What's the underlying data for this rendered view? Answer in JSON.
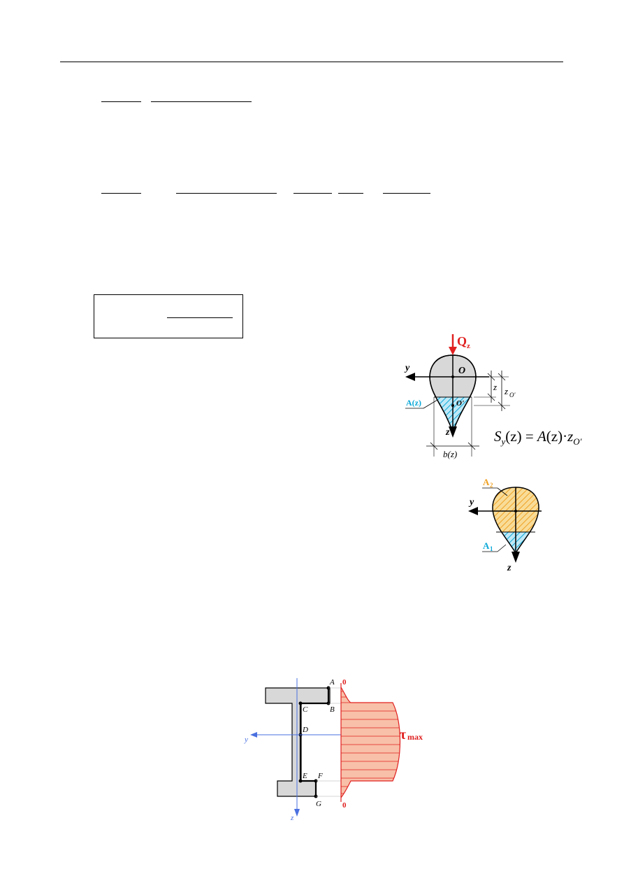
{
  "fig1": {
    "label_force": "Q",
    "label_force_sub": "z",
    "label_y": "y",
    "label_z": "z",
    "label_o": "O",
    "label_o_prime": "O'",
    "label_area": "A(z)",
    "label_dim_z": "z",
    "label_dim_zo": "z",
    "label_dim_zo_sub": "O'",
    "label_width": "b(z)",
    "formula": {
      "s": "S",
      "s_sub": "y",
      "lhs_arg": "(z) = ",
      "a": "A",
      "rhs_arg": "(z)·",
      "zo": "z",
      "zo_sub": "O'"
    }
  },
  "fig2": {
    "label_a2": "A",
    "label_a2_sub": "2",
    "label_a1": "A",
    "label_a1_sub": "1",
    "label_y": "y",
    "label_z": "z"
  },
  "fig3": {
    "point_a": "A",
    "point_b": "B",
    "point_c": "C",
    "point_d": "D",
    "point_e": "E",
    "point_f": "F",
    "point_g": "G",
    "label_y": "y",
    "label_z": "z",
    "zero_top": "0",
    "zero_bottom": "0",
    "tau": "τ",
    "tau_sub": "max"
  },
  "colors": {
    "force_red": "#e02020",
    "area_cyan": "#0aa8d8",
    "area_orange": "#f0a020",
    "section_gray": "#d8d8d8",
    "axis_blue": "#4a70e0",
    "diagram_fill": "#f8c0a8",
    "diagram_red": "#e02020"
  }
}
